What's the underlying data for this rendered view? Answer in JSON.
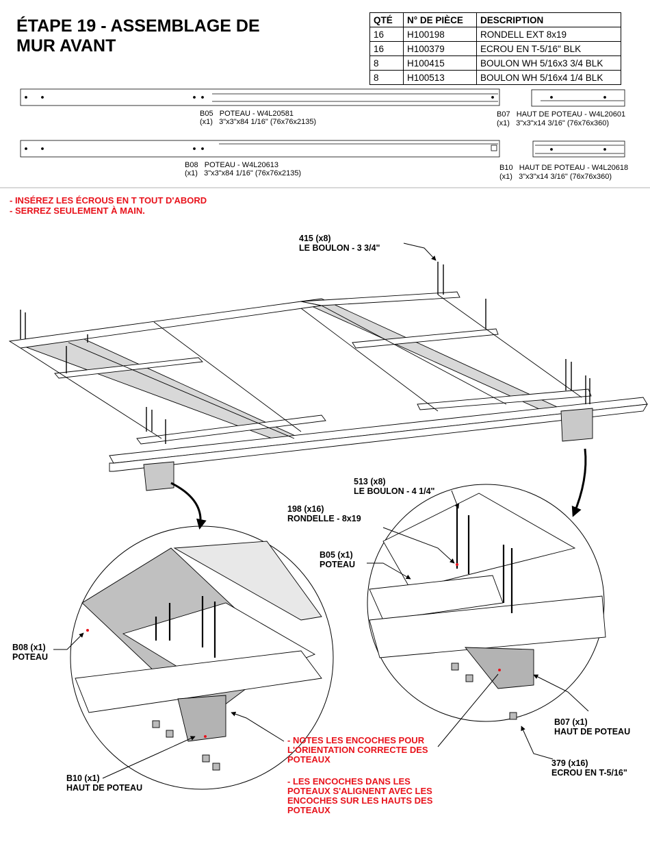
{
  "title": {
    "line1": "ÉTAPE 19 - ASSEMBLAGE DE",
    "line2": "MUR AVANT"
  },
  "parts_table": {
    "headers": [
      "QTÉ",
      "N° DE PIÈCE",
      "DESCRIPTION"
    ],
    "rows": [
      [
        "16",
        "H100198",
        "RONDELL EXT 8x19"
      ],
      [
        "16",
        "H100379",
        "ECROU EN T-5/16\" BLK"
      ],
      [
        "8",
        "H100415",
        "BOULON WH 5/16x3 3/4 BLK"
      ],
      [
        "8",
        "H100513",
        "BOULON WH 5/16x4 1/4 BLK"
      ]
    ]
  },
  "parts": {
    "b05": {
      "code": "B05",
      "qty": "(x1)",
      "name": "POTEAU - W4L20581",
      "dims": "3\"x3\"x84 1/16\" (76x76x2135)"
    },
    "b07": {
      "code": "B07",
      "qty": "(x1)",
      "name": "HAUT DE POTEAU - W4L20601",
      "dims": "3\"x3\"x14 3/16\" (76x76x360)"
    },
    "b08": {
      "code": "B08",
      "qty": "(x1)",
      "name": "POTEAU - W4L20613",
      "dims": "3\"x3\"x84 1/16\" (76x76x2135)"
    },
    "b10": {
      "code": "B10",
      "qty": "(x1)",
      "name": "HAUT DE POTEAU - W4L20618",
      "dims": "3\"x3\"x14 3/16\" (76x76x360)"
    }
  },
  "instructions": {
    "line1": "- INSÉREZ LES ÉCROUS EN T TOUT D'ABORD",
    "line2": "- SERREZ SEULEMENT À MAIN."
  },
  "callouts": {
    "c415": {
      "l1": "415 (x8)",
      "l2": "LE BOULON - 3 3/4\""
    },
    "c513": {
      "l1": "513 (x8)",
      "l2": "LE BOULON - 4 1/4\""
    },
    "c198": {
      "l1": "198 (x16)",
      "l2": "RONDELLE - 8x19"
    },
    "c_b05": {
      "l1": "B05 (x1)",
      "l2": "POTEAU"
    },
    "c_b08": {
      "l1": "B08 (x1)",
      "l2": "POTEAU"
    },
    "c_b07": {
      "l1": "B07 (x1)",
      "l2": "HAUT DE POTEAU"
    },
    "c_b10": {
      "l1": "B10 (x1)",
      "l2": "HAUT DE POTEAU"
    },
    "c379": {
      "l1": "379 (x16)",
      "l2": "ECROU EN T-5/16\""
    }
  },
  "notes": {
    "n1": {
      "l1": "- NOTES LES ENCOCHES POUR",
      "l2": "L'ORIENTATION CORRECTE DES",
      "l3": "POTEAUX"
    },
    "n2": {
      "l1": "- LES ENCOCHES DANS LES",
      "l2": "POTEAUX S'ALIGNENT AVEC LES",
      "l3": "ENCOCHES SUR LES HAUTS DES",
      "l4": "POTEAUX"
    }
  },
  "colors": {
    "accent_red": "#e8121b",
    "line": "#000000",
    "part_fill": "#bcbcbc"
  }
}
